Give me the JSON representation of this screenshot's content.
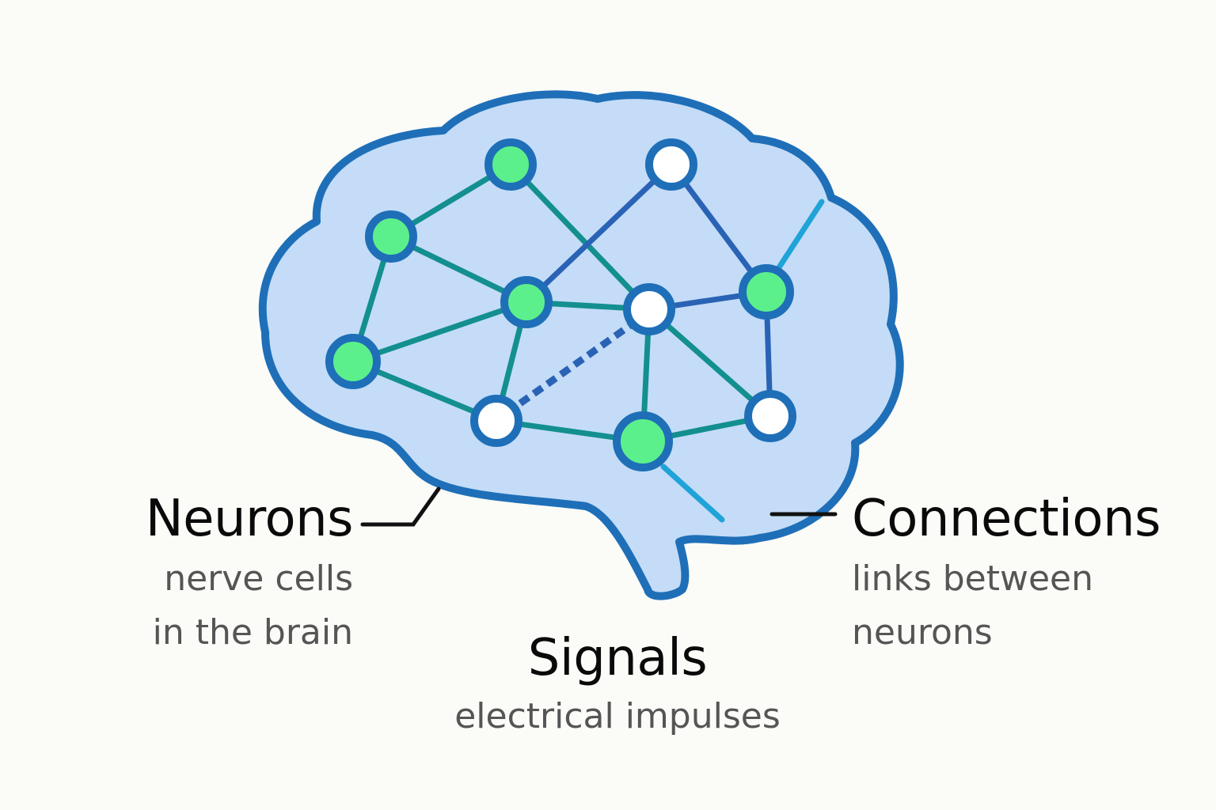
{
  "labels": {
    "neurons": {
      "title": "Neurons",
      "subtitle_line1": "nerve cells",
      "subtitle_line2": "in the brain"
    },
    "connections": {
      "title": "Connections",
      "subtitle_line1": "links between",
      "subtitle_line2": "neurons"
    },
    "signals": {
      "title": "Signals",
      "subtitle": "electrical impulses"
    }
  },
  "colors": {
    "brain_fill": "#c4dcf7",
    "brain_outline": "#1e6fb8",
    "node_active": "#5cf08c",
    "node_inactive": "#ffffff",
    "connection": "#138f8f",
    "connection_blue": "#2a63b5",
    "signal": "#1fa3d8",
    "text_title": "#0a0a0a",
    "text_sub": "#555555"
  },
  "nodes": [
    {
      "id": "n1",
      "state": "active"
    },
    {
      "id": "n2",
      "state": "inactive"
    },
    {
      "id": "n3",
      "state": "active"
    },
    {
      "id": "n4",
      "state": "active"
    },
    {
      "id": "n5",
      "state": "inactive"
    },
    {
      "id": "n6",
      "state": "active"
    },
    {
      "id": "n7",
      "state": "active"
    },
    {
      "id": "n8",
      "state": "inactive"
    },
    {
      "id": "n9",
      "state": "active"
    },
    {
      "id": "n10",
      "state": "inactive"
    }
  ]
}
